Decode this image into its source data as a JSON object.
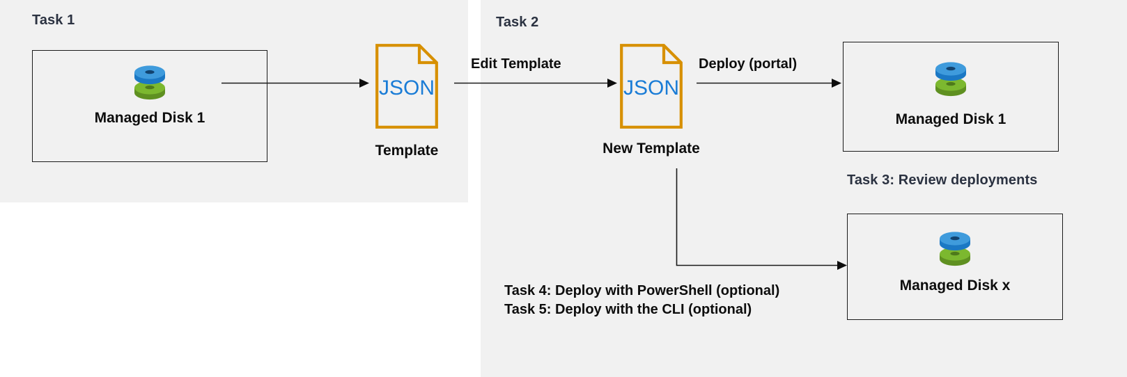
{
  "diagram": {
    "title": "Azure Managed Disk ARM template task flow",
    "colors": {
      "panel_background": "#f1f1f1",
      "page_background": "#ffffff",
      "section_label": "#2b3241",
      "body_text": "#0d0d0d",
      "box_border": "#1a1a1a",
      "json_border": "#d79000",
      "json_text": "#1a7cd6",
      "disk_blue": "#3f9bdc",
      "disk_blue_dark": "#1b78c4",
      "disk_green": "#7cb82f",
      "disk_green_dark": "#5f9021",
      "connector": "#1a1a1a"
    },
    "sections": [
      {
        "id": "task1",
        "label": "Task 1"
      },
      {
        "id": "task2",
        "label": "Task 2"
      }
    ],
    "nodes": [
      {
        "id": "managed-disk-1-left",
        "caption": "Managed Disk 1",
        "icon": "managed-disk-icon"
      },
      {
        "id": "template",
        "caption": "Template",
        "icon": "json-document-icon",
        "icon_text": "JSON"
      },
      {
        "id": "new-template",
        "caption": "New Template",
        "icon": "json-document-icon",
        "icon_text": "JSON"
      },
      {
        "id": "managed-disk-1-right",
        "caption": "Managed Disk 1",
        "icon": "managed-disk-icon"
      },
      {
        "id": "managed-disk-x",
        "caption": "Managed Disk x",
        "icon": "managed-disk-icon"
      }
    ],
    "edges": [
      {
        "id": "disk-to-template",
        "label": ""
      },
      {
        "id": "template-to-new-template",
        "label": "Edit Template"
      },
      {
        "id": "new-template-to-disk1",
        "label": "Deploy (portal)"
      },
      {
        "id": "new-template-to-diskx",
        "label": ""
      }
    ],
    "annotations": [
      {
        "id": "task3",
        "text": "Task 3: Review deployments",
        "style": "slate"
      },
      {
        "id": "task4",
        "text": "Task 4: Deploy with PowerShell (optional)",
        "style": "black"
      },
      {
        "id": "task5",
        "text": "Task 5: Deploy with the CLI (optional)",
        "style": "black"
      }
    ]
  }
}
